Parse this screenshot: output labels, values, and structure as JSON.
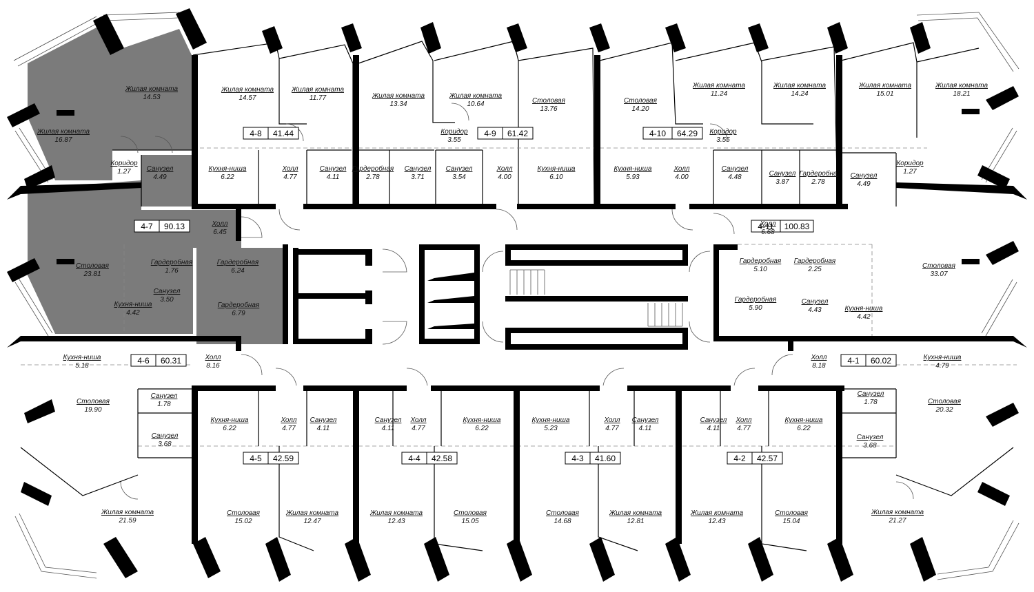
{
  "highlight_color": "#7b7b7b",
  "wall_color": "#000000",
  "apartments": [
    {
      "id": "4-1",
      "area": "60.02"
    },
    {
      "id": "4-2",
      "area": "42.57"
    },
    {
      "id": "4-3",
      "area": "41.60"
    },
    {
      "id": "4-4",
      "area": "42.58"
    },
    {
      "id": "4-5",
      "area": "42.59"
    },
    {
      "id": "4-6",
      "area": "60.31"
    },
    {
      "id": "4-7",
      "area": "90.13"
    },
    {
      "id": "4-8",
      "area": "41.44"
    },
    {
      "id": "4-9",
      "area": "61.42"
    },
    {
      "id": "4-10",
      "area": "64.29"
    },
    {
      "id": "4-11",
      "area": "100.83"
    }
  ],
  "rooms": [
    {
      "name": "Жилая комната",
      "area": "14.53"
    },
    {
      "name": "Жилая комната",
      "area": "16.87"
    },
    {
      "name": "Коридор",
      "area": "1.27"
    },
    {
      "name": "Санузел",
      "area": "4.49"
    },
    {
      "name": "Холл",
      "area": "6.45"
    },
    {
      "name": "Столовая",
      "area": "23.81"
    },
    {
      "name": "Гардеробная",
      "area": "1.76"
    },
    {
      "name": "Гардеробная",
      "area": "6.24"
    },
    {
      "name": "Санузел",
      "area": "3.50"
    },
    {
      "name": "Кухня-ниша",
      "area": "4.42"
    },
    {
      "name": "Гардеробная",
      "area": "6.79"
    },
    {
      "name": "Жилая комната",
      "area": "14.57"
    },
    {
      "name": "Жилая комната",
      "area": "11.77"
    },
    {
      "name": "Кухня-ниша",
      "area": "6.22"
    },
    {
      "name": "Холл",
      "area": "4.77"
    },
    {
      "name": "Санузел",
      "area": "4.11"
    },
    {
      "name": "Жилая комната",
      "area": "13.34"
    },
    {
      "name": "Жилая комната",
      "area": "10.64"
    },
    {
      "name": "Столовая",
      "area": "13.76"
    },
    {
      "name": "Коридор",
      "area": "3.55"
    },
    {
      "name": "Гардеробная",
      "area": "2.78"
    },
    {
      "name": "Санузел",
      "area": "3.71"
    },
    {
      "name": "Санузел",
      "area": "3.54"
    },
    {
      "name": "Холл",
      "area": "4.00"
    },
    {
      "name": "Кухня-ниша",
      "area": "6.10"
    },
    {
      "name": "Столовая",
      "area": "14.20"
    },
    {
      "name": "Жилая комната",
      "area": "11.24"
    },
    {
      "name": "Жилая комната",
      "area": "14.24"
    },
    {
      "name": "Коридор",
      "area": "3.55"
    },
    {
      "name": "Кухня-ниша",
      "area": "5.93"
    },
    {
      "name": "Холл",
      "area": "4.00"
    },
    {
      "name": "Санузел",
      "area": "4.48"
    },
    {
      "name": "Санузел",
      "area": "3.87"
    },
    {
      "name": "Гардеробна",
      "area": "2.78"
    },
    {
      "name": "Жилая комната",
      "area": "15.01"
    },
    {
      "name": "Жилая комната",
      "area": "18.21"
    },
    {
      "name": "Санузел",
      "area": "4.49"
    },
    {
      "name": "Коридор",
      "area": "1.27"
    },
    {
      "name": "Холл",
      "area": "6.68"
    },
    {
      "name": "Гардеробная",
      "area": "5.10"
    },
    {
      "name": "Гардеробная",
      "area": "2.25"
    },
    {
      "name": "Столовая",
      "area": "33.07"
    },
    {
      "name": "Гардеробная",
      "area": "5.90"
    },
    {
      "name": "Санузел",
      "area": "4.43"
    },
    {
      "name": "Кухня-ниша",
      "area": "4.42"
    },
    {
      "name": "Кухня-ниша",
      "area": "5.18"
    },
    {
      "name": "Холл",
      "area": "8.16"
    },
    {
      "name": "Столовая",
      "area": "19.90"
    },
    {
      "name": "Санузел",
      "area": "1.78"
    },
    {
      "name": "Санузел",
      "area": "3.68"
    },
    {
      "name": "Жилая комната",
      "area": "21.59"
    },
    {
      "name": "Кухня-ниша",
      "area": "6.22"
    },
    {
      "name": "Холл",
      "area": "4.77"
    },
    {
      "name": "Санузел",
      "area": "4.11"
    },
    {
      "name": "Столовая",
      "area": "15.02"
    },
    {
      "name": "Жилая комната",
      "area": "12.47"
    },
    {
      "name": "Санузел",
      "area": "4.11"
    },
    {
      "name": "Холл",
      "area": "4.77"
    },
    {
      "name": "Кухня-ниша",
      "area": "6.22"
    },
    {
      "name": "Жилая комната",
      "area": "12.43"
    },
    {
      "name": "Столовая",
      "area": "15.05"
    },
    {
      "name": "Кухня-ниша",
      "area": "5.23"
    },
    {
      "name": "Холл",
      "area": "4.77"
    },
    {
      "name": "Санузел",
      "area": "4.11"
    },
    {
      "name": "Столовая",
      "area": "14.68"
    },
    {
      "name": "Жилая комната",
      "area": "12.81"
    },
    {
      "name": "Санузел",
      "area": "4.11"
    },
    {
      "name": "Холл",
      "area": "4.77"
    },
    {
      "name": "Кухня-ниша",
      "area": "6.22"
    },
    {
      "name": "Жилая комната",
      "area": "12.43"
    },
    {
      "name": "Столовая",
      "area": "15.04"
    },
    {
      "name": "Холл",
      "area": "8.18"
    },
    {
      "name": "Кухня-ниша",
      "area": "4.79"
    },
    {
      "name": "Санузел",
      "area": "1.78"
    },
    {
      "name": "Столовая",
      "area": "20.32"
    },
    {
      "name": "Санузел",
      "area": "3.68"
    },
    {
      "name": "Жилая комната",
      "area": "21.27"
    }
  ]
}
